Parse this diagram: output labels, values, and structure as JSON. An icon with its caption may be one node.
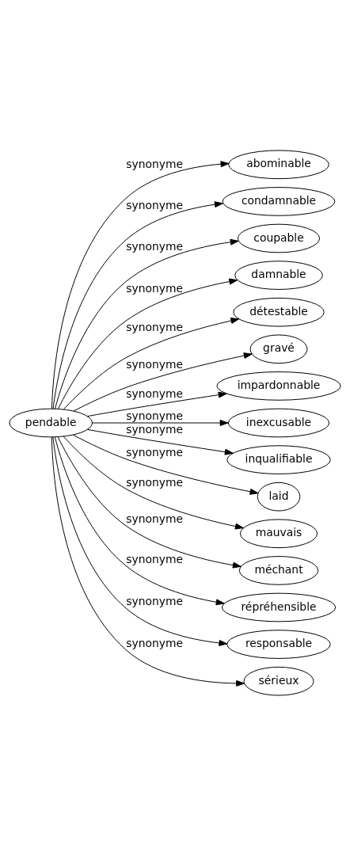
{
  "diagram": {
    "nodes": [
      {
        "text": [
          "pendable"
        ]
      },
      {
        "text": [
          "abominable"
        ]
      },
      {
        "text": [
          "condamnable"
        ]
      },
      {
        "text": [
          "coupable"
        ]
      },
      {
        "text": [
          "damnable"
        ]
      },
      {
        "text": [
          "détestable"
        ]
      },
      {
        "text": [
          "gravé"
        ]
      },
      {
        "text": [
          "impardonnable"
        ]
      },
      {
        "text": [
          "inexcusable"
        ]
      },
      {
        "text": [
          "inqualifiable"
        ]
      },
      {
        "text": [
          "laid"
        ]
      },
      {
        "text": [
          "mauvais"
        ]
      },
      {
        "text": [
          "méchant"
        ]
      },
      {
        "text": [
          "répréhensible"
        ]
      },
      {
        "text": [
          "responsable"
        ]
      },
      {
        "text": [
          "sérieux"
        ]
      }
    ],
    "edges": [
      {
        "from": 0,
        "to": 1,
        "arrow": "to",
        "label": "synonyme"
      },
      {
        "from": 0,
        "to": 2,
        "arrow": "to",
        "label": "synonyme"
      },
      {
        "from": 0,
        "to": 3,
        "arrow": "to",
        "label": "synonyme"
      },
      {
        "from": 0,
        "to": 4,
        "arrow": "to",
        "label": "synonyme"
      },
      {
        "from": 0,
        "to": 5,
        "arrow": "to",
        "label": "synonyme"
      },
      {
        "from": 0,
        "to": 6,
        "arrow": "to",
        "label": "synonyme"
      },
      {
        "from": 0,
        "to": 7,
        "arrow": "to",
        "label": "synonyme"
      },
      {
        "from": 0,
        "to": 8,
        "arrow": "to",
        "label": "synonyme"
      },
      {
        "from": 0,
        "to": 9,
        "arrow": "to",
        "label": "synonyme"
      },
      {
        "from": 0,
        "to": 10,
        "arrow": "to",
        "label": "synonyme"
      },
      {
        "from": 0,
        "to": 11,
        "arrow": "to",
        "label": "synonyme"
      },
      {
        "from": 0,
        "to": 12,
        "arrow": "to",
        "label": "synonyme"
      },
      {
        "from": 0,
        "to": 13,
        "arrow": "to",
        "label": "synonyme"
      },
      {
        "from": 0,
        "to": 14,
        "arrow": "to",
        "label": "synonyme"
      },
      {
        "from": 0,
        "to": 15,
        "arrow": "to",
        "label": "synonyme"
      }
    ]
  }
}
